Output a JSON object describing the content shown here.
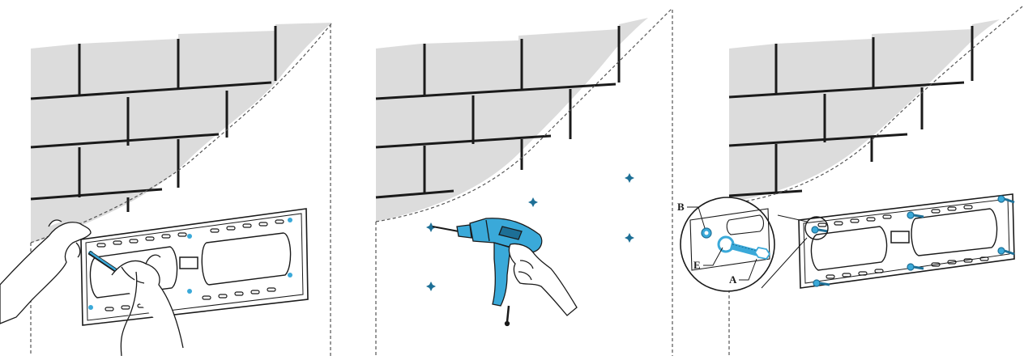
{
  "panels": [
    {
      "step": "mark-holes"
    },
    {
      "step": "drill-holes"
    },
    {
      "step": "attach-bracket"
    }
  ],
  "callouts": {
    "A": "A",
    "B": "B",
    "E": "E"
  },
  "colors": {
    "line": "#1a1a1a",
    "brick": "#dcdcdc",
    "accent": "#3aa9d9",
    "accent_dark": "#1d6f96",
    "dash": "#555555"
  }
}
